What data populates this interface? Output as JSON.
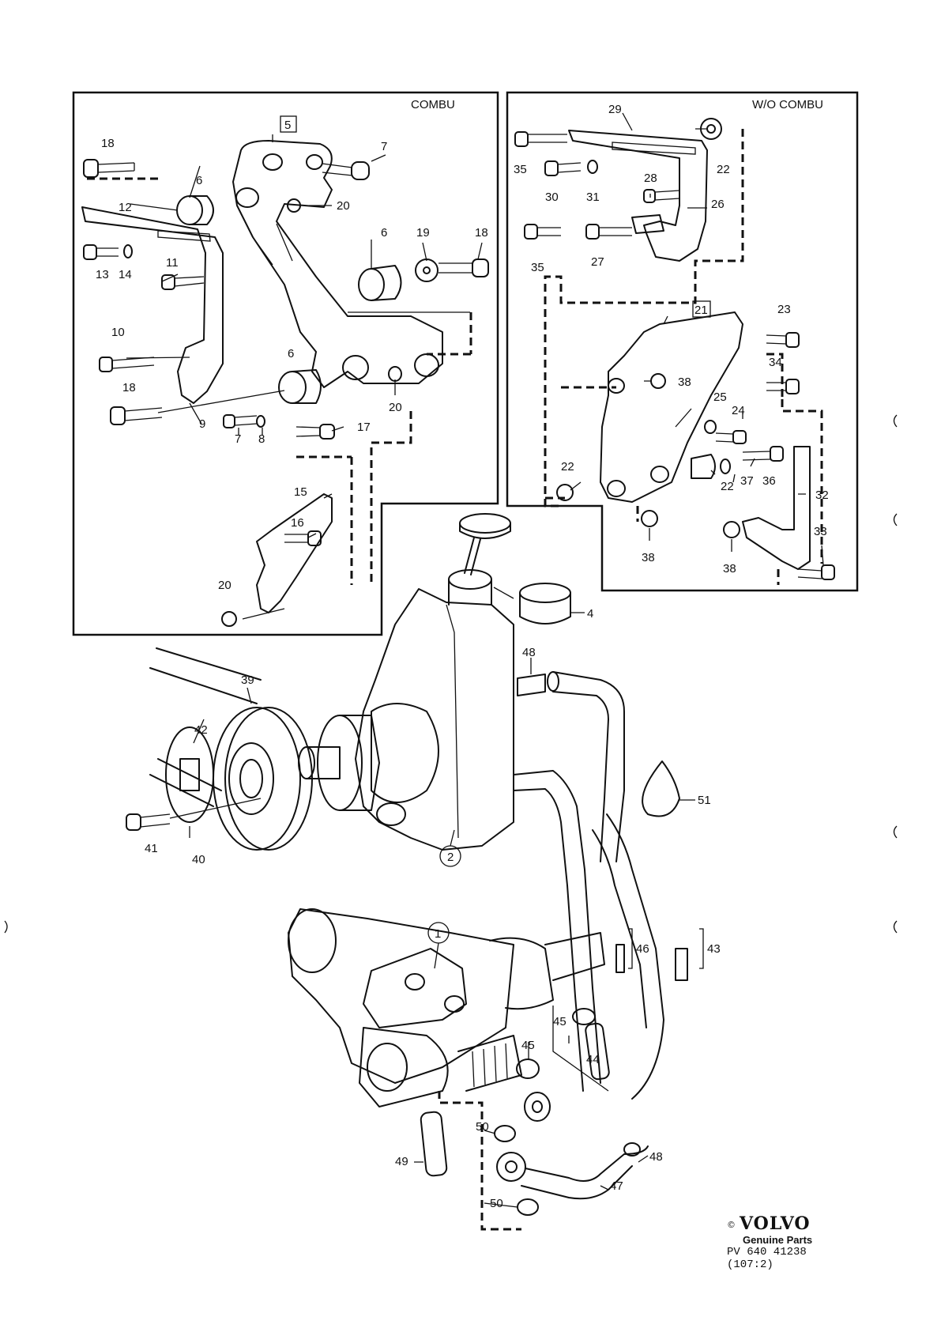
{
  "panels": {
    "combu": {
      "title": "COMBU"
    },
    "wo_combu": {
      "title": "W/O COMBU"
    }
  },
  "labels": {
    "combu_part5": "5",
    "combu_18a": "18",
    "combu_7a": "7",
    "combu_6a": "6",
    "combu_20a": "20",
    "combu_12": "12",
    "combu_13": "13",
    "combu_14": "14",
    "combu_11": "11",
    "combu_6b": "6",
    "combu_19": "19",
    "combu_18b": "18",
    "combu_10": "10",
    "combu_6c": "6",
    "combu_18c": "18",
    "combu_20b": "20",
    "combu_9": "9",
    "combu_7b": "7",
    "combu_8": "8",
    "combu_17": "17",
    "combu_15": "15",
    "combu_16": "16",
    "combu_20c": "20",
    "wo_29": "29",
    "wo_35a": "35",
    "wo_22a": "22",
    "wo_30": "30",
    "wo_31": "31",
    "wo_28": "28",
    "wo_26": "26",
    "wo_35b": "35",
    "wo_27": "27",
    "wo_part21": "21",
    "wo_23": "23",
    "wo_38a": "38",
    "wo_34": "34",
    "wo_25": "25",
    "wo_24": "24",
    "wo_22b": "22",
    "wo_22c": "22",
    "wo_37": "37",
    "wo_36": "36",
    "wo_32": "32",
    "wo_33": "33",
    "wo_38b": "38",
    "wo_38c": "38",
    "pump_4": "4",
    "pump_48a": "48",
    "pump_39": "39",
    "pump_42": "42",
    "pump_51": "51",
    "pump_part2": "2",
    "pump_41": "41",
    "pump_40": "40",
    "gear_part1": "1",
    "gear_46": "46",
    "gear_43": "43",
    "gear_45a": "45",
    "gear_44": "44",
    "gear_45b": "45",
    "gear_50a": "50",
    "gear_48b": "48",
    "gear_49": "49",
    "gear_47": "47",
    "gear_50b": "50"
  },
  "footer": {
    "copyright": "©",
    "brand": "VOLVO",
    "subtitle": "Genuine Parts",
    "pv": "PV  640 41238",
    "ref": "(107:2)"
  }
}
